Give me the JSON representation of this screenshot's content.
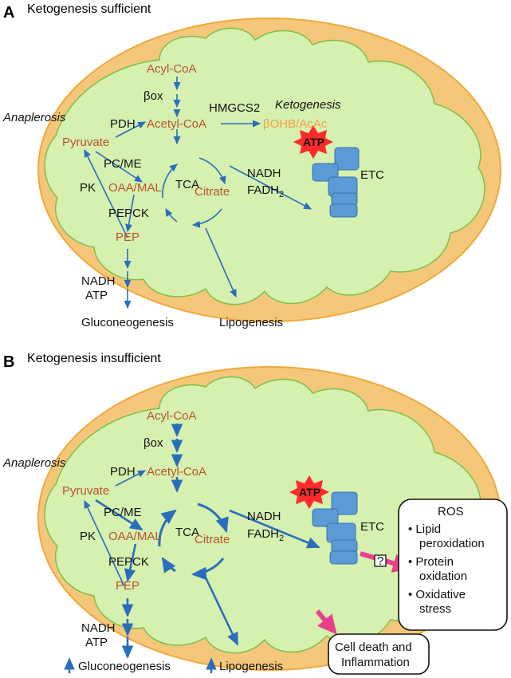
{
  "colors": {
    "outer_membrane": "#f5c77a",
    "matrix": "#d6f0b0",
    "metabolite": "#b5542a",
    "ketone": "#f0a040",
    "arrow": "#2a6ebb",
    "etc": "#5b9bd5",
    "atp_burst": "#ff2a2a",
    "pink_arrow": "#e8408a"
  },
  "panel_a": {
    "letter": "A",
    "title": "Ketogenesis sufficient",
    "anaplerosis": "Anaplerosis",
    "ketogenesis": "Ketogenesis",
    "acyl_coa": "Acyl-CoA",
    "box": "βox",
    "hmgcs2": "HMGCS2",
    "pdh": "PDH",
    "acetyl_coa": "Acetyl-CoA",
    "bohb": "βOHB/AcAc",
    "pyruvate": "Pyruvate",
    "pc_me": "PC/ME",
    "pk": "PK",
    "oaa_mal": "OAA/MAL",
    "tca": "TCA",
    "citrate": "Citrate",
    "pepck": "PEPCK",
    "pep": "PEP",
    "nadh": "NADH",
    "fadh": "FADH",
    "fadh_sub": "2",
    "etc": "ETC",
    "atp": "ATP",
    "nadh2": "NADH",
    "atp2": "ATP",
    "gluconeogenesis": "Gluconeogenesis",
    "lipogenesis": "Lipogenesis"
  },
  "panel_b": {
    "letter": "B",
    "title": "Ketogenesis insufficient",
    "anaplerosis": "Anaplerosis",
    "acyl_coa": "Acyl-CoA",
    "box": "βox",
    "pdh": "PDH",
    "acetyl_coa": "Acetyl-CoA",
    "pyruvate": "Pyruvate",
    "pc_me": "PC/ME",
    "pk": "PK",
    "oaa_mal": "OAA/MAL",
    "tca": "TCA",
    "citrate": "Citrate",
    "pepck": "PEPCK",
    "pep": "PEP",
    "nadh": "NADH",
    "fadh": "FADH",
    "fadh_sub": "2",
    "etc": "ETC",
    "atp": "ATP",
    "nadh2": "NADH",
    "atp2": "ATP",
    "gluconeogenesis": "Gluconeogenesis",
    "lipogenesis": "Lipogenesis",
    "question": "?",
    "ros": {
      "title": "ROS",
      "items": [
        "• Lipid",
        "peroxidation",
        "• Protein",
        "oxidation",
        "• Oxidative",
        "stress"
      ]
    },
    "cell_death": [
      "Cell death and",
      "Inflammation"
    ]
  }
}
